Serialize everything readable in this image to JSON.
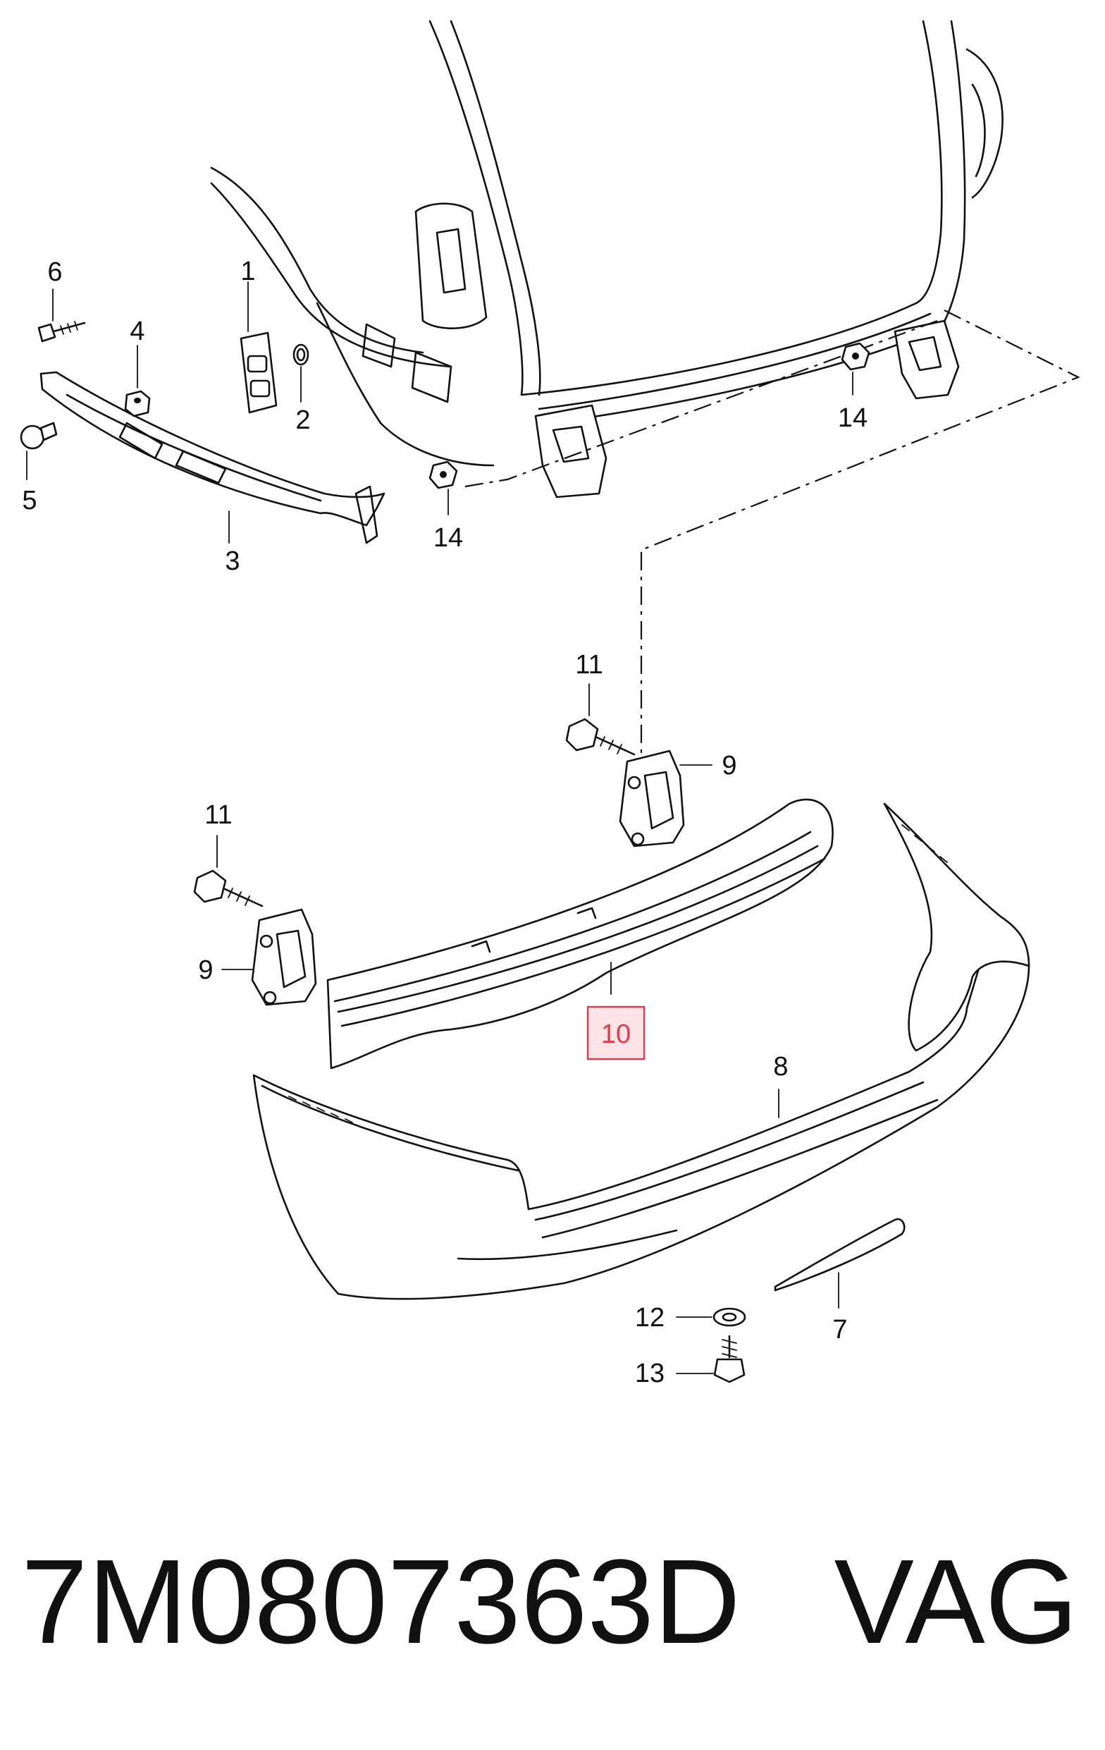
{
  "callouts": {
    "c1": "1",
    "c2": "2",
    "c3": "3",
    "c4": "4",
    "c5": "5",
    "c6": "6",
    "c7": "7",
    "c8": "8",
    "c9a": "9",
    "c9b": "9",
    "c10": "10",
    "c11a": "11",
    "c11b": "11",
    "c12": "12",
    "c13": "13",
    "c14a": "14",
    "c14b": "14"
  },
  "highlighted_part": "10",
  "highlight_color": "#e23b4e",
  "footer": {
    "part_number": "7M0807363D",
    "brand": "VAG"
  }
}
